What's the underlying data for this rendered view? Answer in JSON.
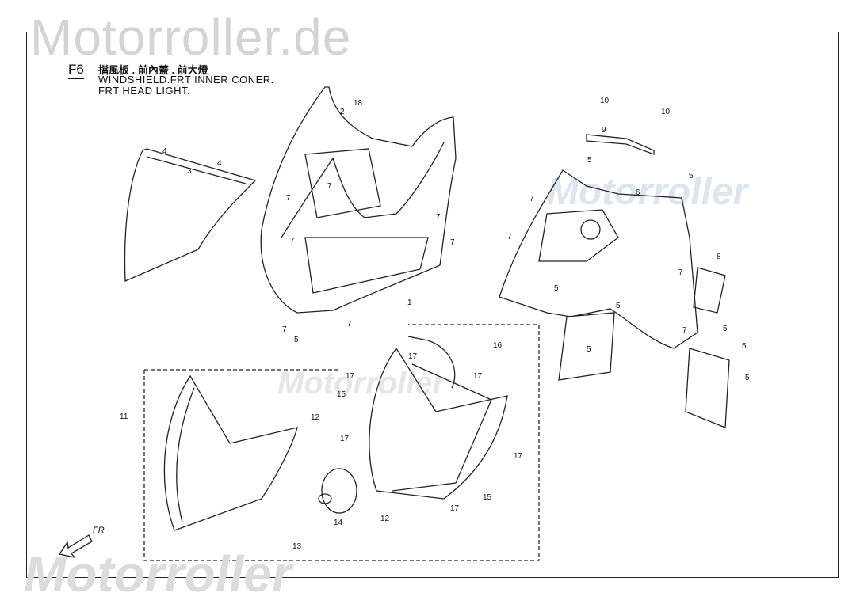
{
  "watermark": {
    "top": "Motorroller.de",
    "bottom": "Motorroller",
    "right": "Motorroller",
    "center": "Motorroller"
  },
  "header": {
    "code": "F6",
    "title_zh": "擋風板 . 前內蓋 . 前大燈",
    "title_en_line1": "WINDSHIELD.FRT  INNER  CONER.",
    "title_en_line2": "FRT  HEAD  LIGHT."
  },
  "direction_label": "FR",
  "callouts": [
    "18",
    "2",
    "4",
    "4",
    "3",
    "7",
    "7",
    "7",
    "7",
    "7",
    "1",
    "7",
    "5",
    "7",
    "10",
    "10",
    "9",
    "5",
    "5",
    "6",
    "7",
    "7",
    "8",
    "7",
    "5",
    "5",
    "5",
    "7",
    "5",
    "5",
    "5",
    "16",
    "17",
    "17",
    "17",
    "15",
    "11",
    "12",
    "17",
    "17",
    "17",
    "15",
    "12",
    "14",
    "13"
  ]
}
